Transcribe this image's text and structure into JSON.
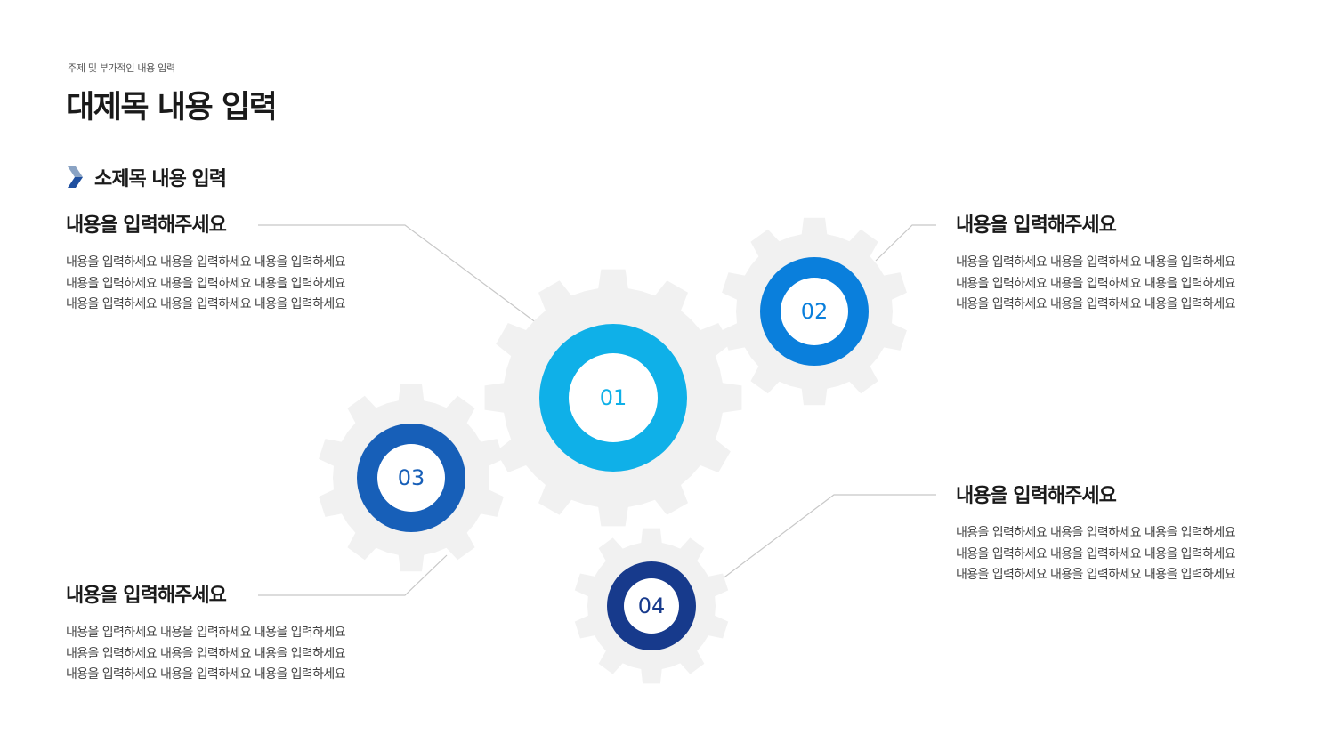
{
  "header": {
    "small_subtitle": "주제 및 부가적인 내용 입력",
    "title": "대제목 내용 입력"
  },
  "section": {
    "heading": "소제목 내용 입력",
    "accent_colors": [
      "#8aa3c4",
      "#1f4f9f"
    ]
  },
  "blocks": [
    {
      "title": "내용을 입력해주세요",
      "lines": [
        "내용을 입력하세요 내용을 입력하세요 내용을 입력하세요",
        "내용을 입력하세요 내용을 입력하세요 내용을 입력하세요",
        "내용을 입력하세요 내용을 입력하세요 내용을 입력하세요"
      ]
    },
    {
      "title": "내용을 입력해주세요",
      "lines": [
        "내용을 입력하세요 내용을 입력하세요 내용을 입력하세요",
        "내용을 입력하세요 내용을 입력하세요 내용을 입력하세요",
        "내용을 입력하세요 내용을 입력하세요 내용을 입력하세요"
      ]
    },
    {
      "title": "내용을 입력해주세요",
      "lines": [
        "내용을 입력하세요 내용을 입력하세요 내용을 입력하세요",
        "내용을 입력하세요 내용을 입력하세요 내용을 입력하세요",
        "내용을 입력하세요 내용을 입력하세요 내용을 입력하세요"
      ]
    },
    {
      "title": "내용을 입력해주세요",
      "lines": [
        "내용을 입력하세요 내용을 입력하세요 내용을 입력하세요",
        "내용을 입력하세요 내용을 입력하세요 내용을 입력하세요",
        "내용을 입력하세요 내용을 입력하세요 내용을 입력하세요"
      ]
    }
  ],
  "gears": [
    {
      "label": "01",
      "color": "#0fb0e8"
    },
    {
      "label": "02",
      "color": "#0a7fdc"
    },
    {
      "label": "03",
      "color": "#175fb8"
    },
    {
      "label": "04",
      "color": "#173a8c"
    }
  ],
  "colors": {
    "gear_base": "#f1f1f1",
    "connector": "#c8c8c8"
  }
}
